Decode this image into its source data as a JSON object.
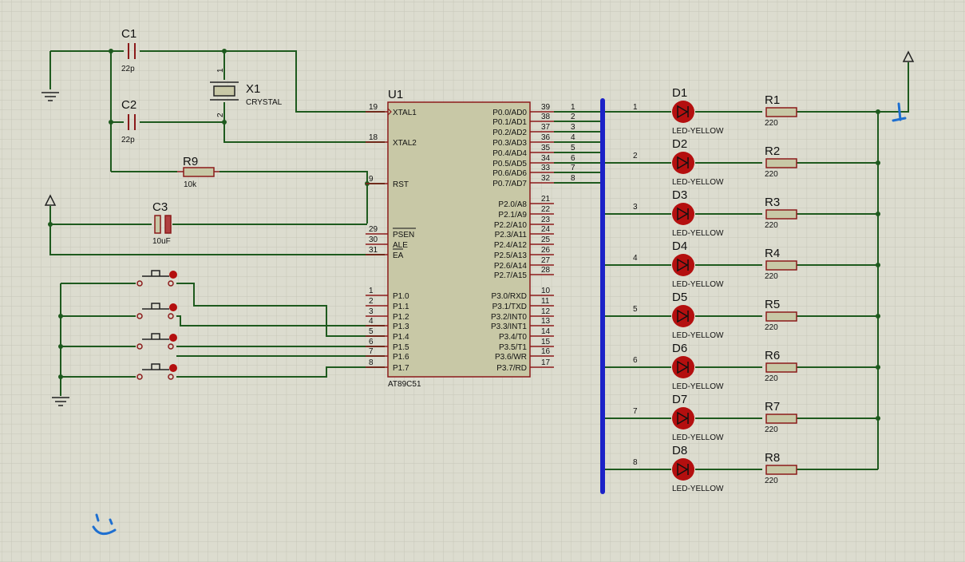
{
  "colors": {
    "background": "#dcdccf",
    "grid": "#c3c3b4",
    "wire": "#1e5a1e",
    "pin": "#8b1a1a",
    "chip_fill": "#c8c8a6",
    "bus": "#1c22c8",
    "annotation": "#1e6fd0",
    "led": "#b40f0f"
  },
  "chip": {
    "ref": "U1",
    "part": "AT89C51",
    "left_pins": [
      {
        "num": "19",
        "name": "XTAL1"
      },
      {
        "num": "18",
        "name": "XTAL2"
      },
      {
        "num": "9",
        "name": "RST"
      },
      {
        "num": "29",
        "name": "PSEN"
      },
      {
        "num": "30",
        "name": "ALE"
      },
      {
        "num": "31",
        "name": "EA"
      },
      {
        "num": "1",
        "name": "P1.0"
      },
      {
        "num": "2",
        "name": "P1.1"
      },
      {
        "num": "3",
        "name": "P1.2"
      },
      {
        "num": "4",
        "name": "P1.3"
      },
      {
        "num": "5",
        "name": "P1.4"
      },
      {
        "num": "6",
        "name": "P1.5"
      },
      {
        "num": "7",
        "name": "P1.6"
      },
      {
        "num": "8",
        "name": "P1.7"
      }
    ],
    "right_pins": [
      {
        "num": "39",
        "name": "P0.0/AD0"
      },
      {
        "num": "38",
        "name": "P0.1/AD1"
      },
      {
        "num": "37",
        "name": "P0.2/AD2"
      },
      {
        "num": "36",
        "name": "P0.3/AD3"
      },
      {
        "num": "35",
        "name": "P0.4/AD4"
      },
      {
        "num": "34",
        "name": "P0.5/AD5"
      },
      {
        "num": "33",
        "name": "P0.6/AD6"
      },
      {
        "num": "32",
        "name": "P0.7/AD7"
      },
      {
        "num": "21",
        "name": "P2.0/A8"
      },
      {
        "num": "22",
        "name": "P2.1/A9"
      },
      {
        "num": "23",
        "name": "P2.2/A10"
      },
      {
        "num": "24",
        "name": "P2.3/A11"
      },
      {
        "num": "25",
        "name": "P2.4/A12"
      },
      {
        "num": "26",
        "name": "P2.5/A13"
      },
      {
        "num": "27",
        "name": "P2.6/A14"
      },
      {
        "num": "28",
        "name": "P2.7/A15"
      },
      {
        "num": "10",
        "name": "P3.0/RXD"
      },
      {
        "num": "11",
        "name": "P3.1/TXD"
      },
      {
        "num": "12",
        "name": "P3.2/INT0"
      },
      {
        "num": "13",
        "name": "P3.3/INT1"
      },
      {
        "num": "14",
        "name": "P3.4/T0"
      },
      {
        "num": "15",
        "name": "P3.5/T1"
      },
      {
        "num": "16",
        "name": "P3.6/WR"
      },
      {
        "num": "17",
        "name": "P3.7/RD"
      }
    ],
    "bus_wire_labels": [
      "1",
      "2",
      "3",
      "4",
      "5",
      "6",
      "7",
      "8"
    ]
  },
  "components": {
    "c1": {
      "ref": "C1",
      "value": "22p"
    },
    "c2": {
      "ref": "C2",
      "value": "22p"
    },
    "c3": {
      "ref": "C3",
      "value": "10uF"
    },
    "x1": {
      "ref": "X1",
      "value": "CRYSTAL",
      "pin1": "1",
      "pin2": "2"
    },
    "r9": {
      "ref": "R9",
      "value": "10k"
    }
  },
  "leds": [
    {
      "ref": "D1",
      "type": "LED-YELLOW",
      "net": "1"
    },
    {
      "ref": "D2",
      "type": "LED-YELLOW",
      "net": "2"
    },
    {
      "ref": "D3",
      "type": "LED-YELLOW",
      "net": "3"
    },
    {
      "ref": "D4",
      "type": "LED-YELLOW",
      "net": "4"
    },
    {
      "ref": "D5",
      "type": "LED-YELLOW",
      "net": "5"
    },
    {
      "ref": "D6",
      "type": "LED-YELLOW",
      "net": "6"
    },
    {
      "ref": "D7",
      "type": "LED-YELLOW",
      "net": "7"
    },
    {
      "ref": "D8",
      "type": "LED-YELLOW",
      "net": "8"
    }
  ],
  "resistors": [
    {
      "ref": "R1",
      "value": "220"
    },
    {
      "ref": "R2",
      "value": "220"
    },
    {
      "ref": "R3",
      "value": "220"
    },
    {
      "ref": "R4",
      "value": "220"
    },
    {
      "ref": "R5",
      "value": "220"
    },
    {
      "ref": "R6",
      "value": "220"
    },
    {
      "ref": "R7",
      "value": "220"
    },
    {
      "ref": "R8",
      "value": "220"
    }
  ],
  "buttons_count": 4,
  "power_terminals": [
    "ground-terminal-left",
    "ground-terminal-buttons",
    "power-terminal-c3",
    "power-terminal-right"
  ],
  "annotations": [
    "cursor-mark-icon",
    "smiley-doodle-icon"
  ]
}
